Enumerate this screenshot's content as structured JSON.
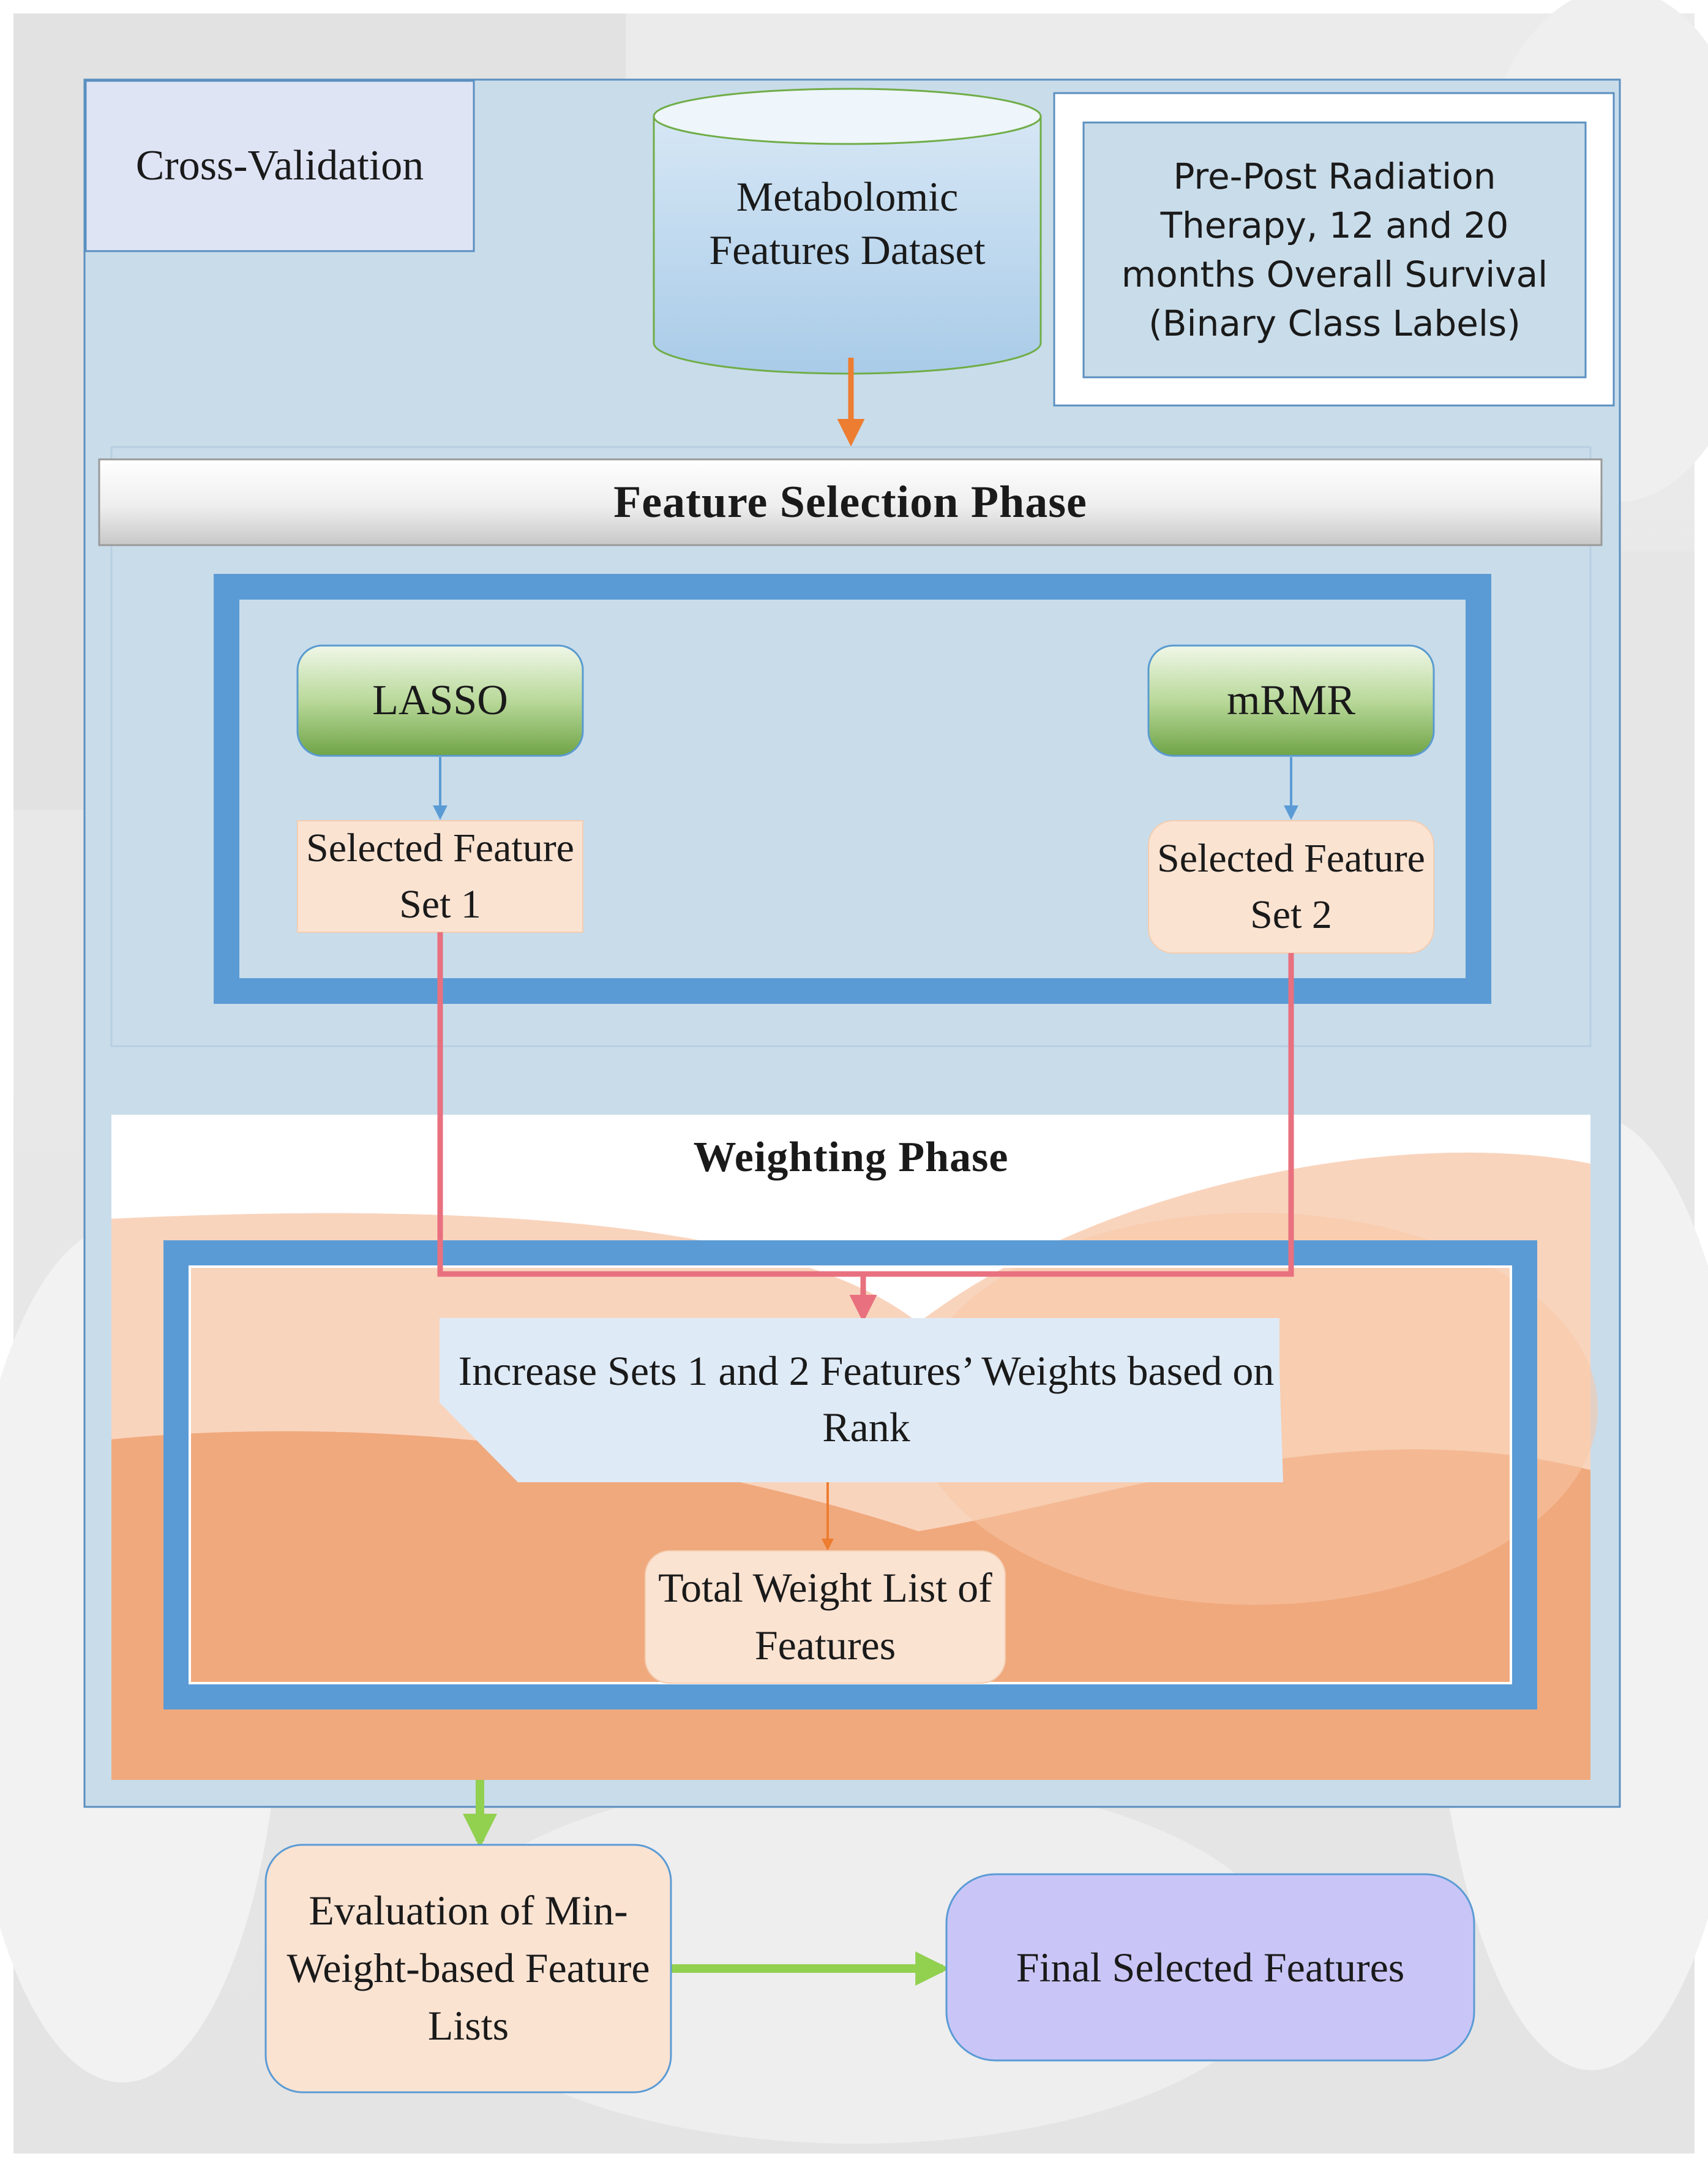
{
  "cross_validation": {
    "label": "Cross-Validation"
  },
  "dataset": {
    "label": "Metabolomic Features Dataset"
  },
  "class_labels": {
    "text": "Pre-Post Radiation Therapy, 12 and 20 months Overall Survival (Binary Class Labels)"
  },
  "feature_selection": {
    "title": "Feature Selection Phase",
    "lasso": "LASSO",
    "mrmr": "mRMR",
    "set1": "Selected Feature Set 1",
    "set2": "Selected Feature Set 2"
  },
  "weighting": {
    "title": "Weighting Phase",
    "increase": "Increase Sets 1 and 2 Features’ Weights based on Rank",
    "total": "Total Weight List of Features"
  },
  "evaluation": {
    "label": "Evaluation of Min-Weight-based Feature Lists"
  },
  "final": {
    "label": "Final Selected Features"
  },
  "colors": {
    "panel_blue": "#cadcea",
    "frame_blue": "#5b9bd5",
    "peach": "#f4b183",
    "arrow_orange": "#ed7d31",
    "arrow_pink": "#e8707f",
    "arrow_green": "#92d050",
    "green_box": "#70ad47",
    "final_purple": "#c9c6f7"
  }
}
